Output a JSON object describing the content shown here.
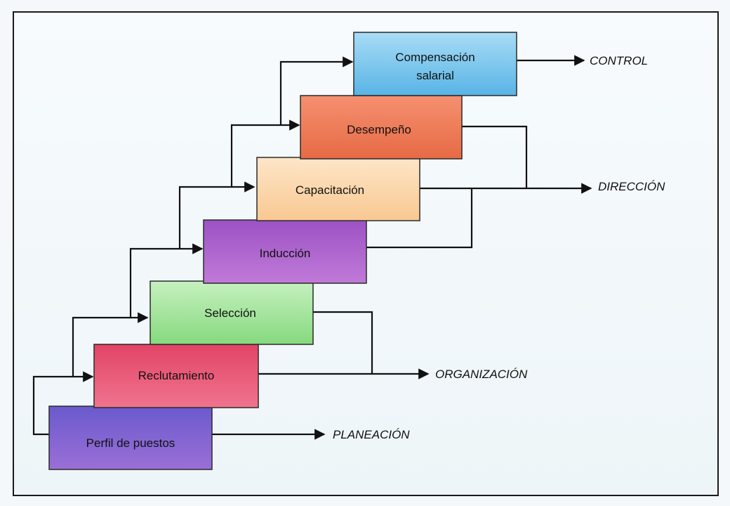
{
  "diagram": {
    "boxes": [
      {
        "id": "perfil",
        "label": "Perfil de puestos",
        "color": "#7e57c2"
      },
      {
        "id": "reclutamiento",
        "label": "Reclutamiento",
        "color": "#e53d62"
      },
      {
        "id": "seleccion",
        "label": "Selección",
        "color": "#a6e8a0"
      },
      {
        "id": "induccion",
        "label": "Inducción",
        "color": "#a55cc7"
      },
      {
        "id": "capacitacion",
        "label": "Capacitación",
        "color": "#fcd9b0"
      },
      {
        "id": "desempeno",
        "label": "Desempeño",
        "color": "#f17f58"
      },
      {
        "id": "compensacion",
        "label": "Compensación salarial",
        "label_line1": "Compensación",
        "label_line2": "salarial",
        "color": "#7dc8ee"
      }
    ],
    "stages": [
      {
        "id": "planeacion",
        "label": "PLANEACIÓN"
      },
      {
        "id": "organizacion",
        "label": "ORGANIZACIÓN"
      },
      {
        "id": "direccion",
        "label": "DIRECCIÓN"
      },
      {
        "id": "control",
        "label": "CONTROL"
      }
    ]
  }
}
